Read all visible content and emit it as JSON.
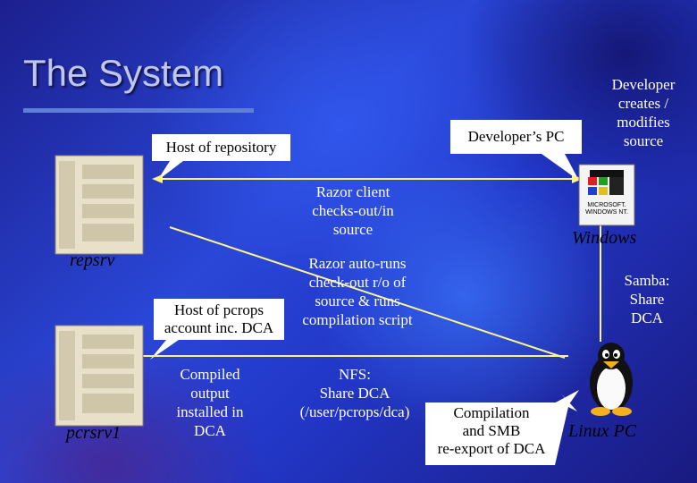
{
  "title": "The System",
  "callouts": {
    "host_repo": "Host of repository",
    "dev_pc": "Developer’s PC",
    "host_pcrops": "Host of pcrops\naccount inc. DCA",
    "compilation": "Compilation\nand SMB\nre-export of DCA"
  },
  "notes": {
    "developer": "Developer\ncreates /\nmodifies\nsource",
    "razor_client": "Razor client\nchecks-out/in\nsource",
    "razor_auto": "Razor auto-runs\ncheck-out r/o of\nsource & runs\ncompilation script",
    "samba": "Samba:\nShare\nDCA",
    "compiled": "Compiled\noutput\ninstalled in\nDCA",
    "nfs": "NFS:\nShare DCA\n(/user/pcrops/dca)"
  },
  "hosts": {
    "repsrv": "repsrv",
    "pcrsrv1": "pcrsrv1",
    "windows": "Windows",
    "linux": "Linux PC"
  },
  "logo": {
    "line1": "MICROSOFT.",
    "line2": "WINDOWS NT."
  },
  "colors": {
    "arrow": "#fdf58a",
    "title": "#bfc7ef",
    "label": "#000000"
  },
  "icons": [
    "server-icon",
    "windows-logo-icon",
    "tux-penguin-icon"
  ]
}
